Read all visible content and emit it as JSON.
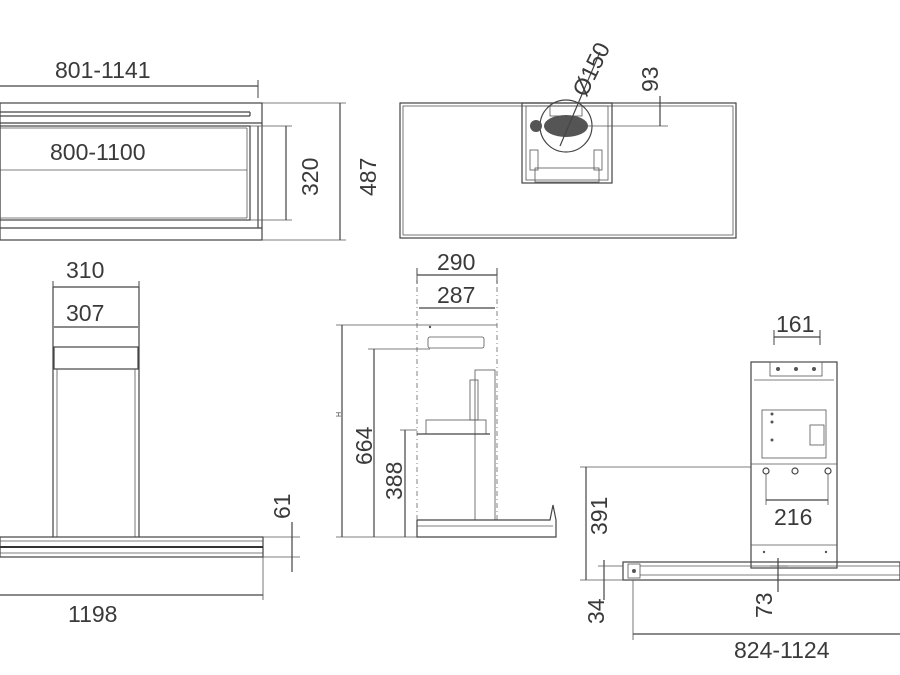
{
  "dimensions": {
    "front_top_width": "801-1141",
    "front_inner_width": "800-1100",
    "front_inner_height": "320",
    "front_total_height": "487",
    "duct_diameter": "Ø150",
    "duct_offset": "93",
    "side_outer_depth": "290",
    "side_inner_depth": "287",
    "side_height": "664",
    "side_lower_height": "388",
    "side_h_marker": "H",
    "chimney_outer": "310",
    "chimney_inner": "307",
    "canopy_thickness": "61",
    "overall_width": "1198",
    "bracket_width": "161",
    "bracket_inner_width": "216",
    "bracket_height": "391",
    "bottom_offset": "34",
    "bottom_center": "73",
    "adjust_width": "824-1124"
  },
  "colors": {
    "line": "#444444",
    "text": "#3a3a3a",
    "background": "#ffffff"
  }
}
